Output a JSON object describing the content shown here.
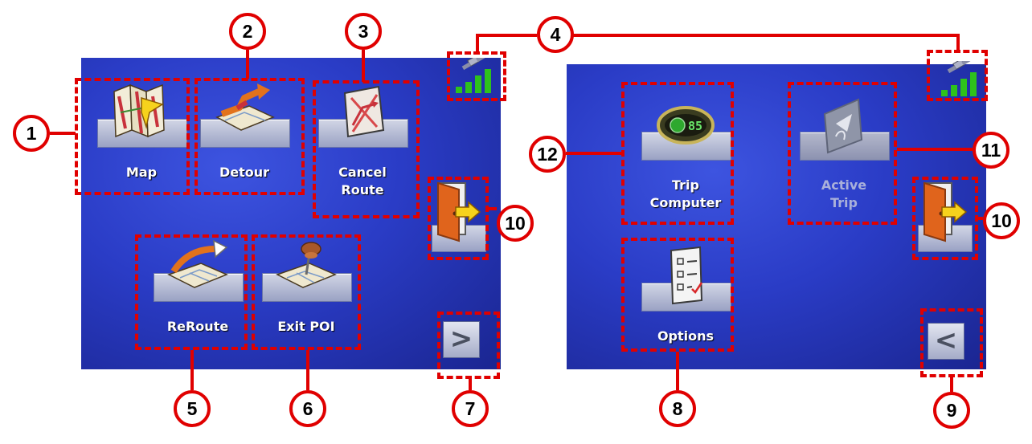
{
  "screen1": {
    "buttons": {
      "map": "Map",
      "detour": "Detour",
      "cancel_route": "Cancel\nRoute",
      "reroute": "ReRoute",
      "exit_poi": "Exit POI"
    },
    "next_glyph": ">"
  },
  "screen2": {
    "buttons": {
      "trip_computer": "Trip\nComputer",
      "active_trip": "Active\nTrip",
      "options": "Options"
    },
    "back_glyph": "<"
  },
  "icons": [
    "map-icon",
    "detour-icon",
    "cancel-route-icon",
    "reroute-icon",
    "exit-poi-icon",
    "trip-computer-icon",
    "active-trip-icon",
    "options-icon",
    "exit-door-icon",
    "gps-signal-icon"
  ],
  "callouts": [
    "1",
    "2",
    "3",
    "4",
    "5",
    "6",
    "7",
    "8",
    "9",
    "10",
    "10",
    "11",
    "12"
  ],
  "colors": {
    "screen_blue": "#2a3cc6",
    "highlight_red": "#e00000",
    "signal_green": "#2ec21b"
  }
}
